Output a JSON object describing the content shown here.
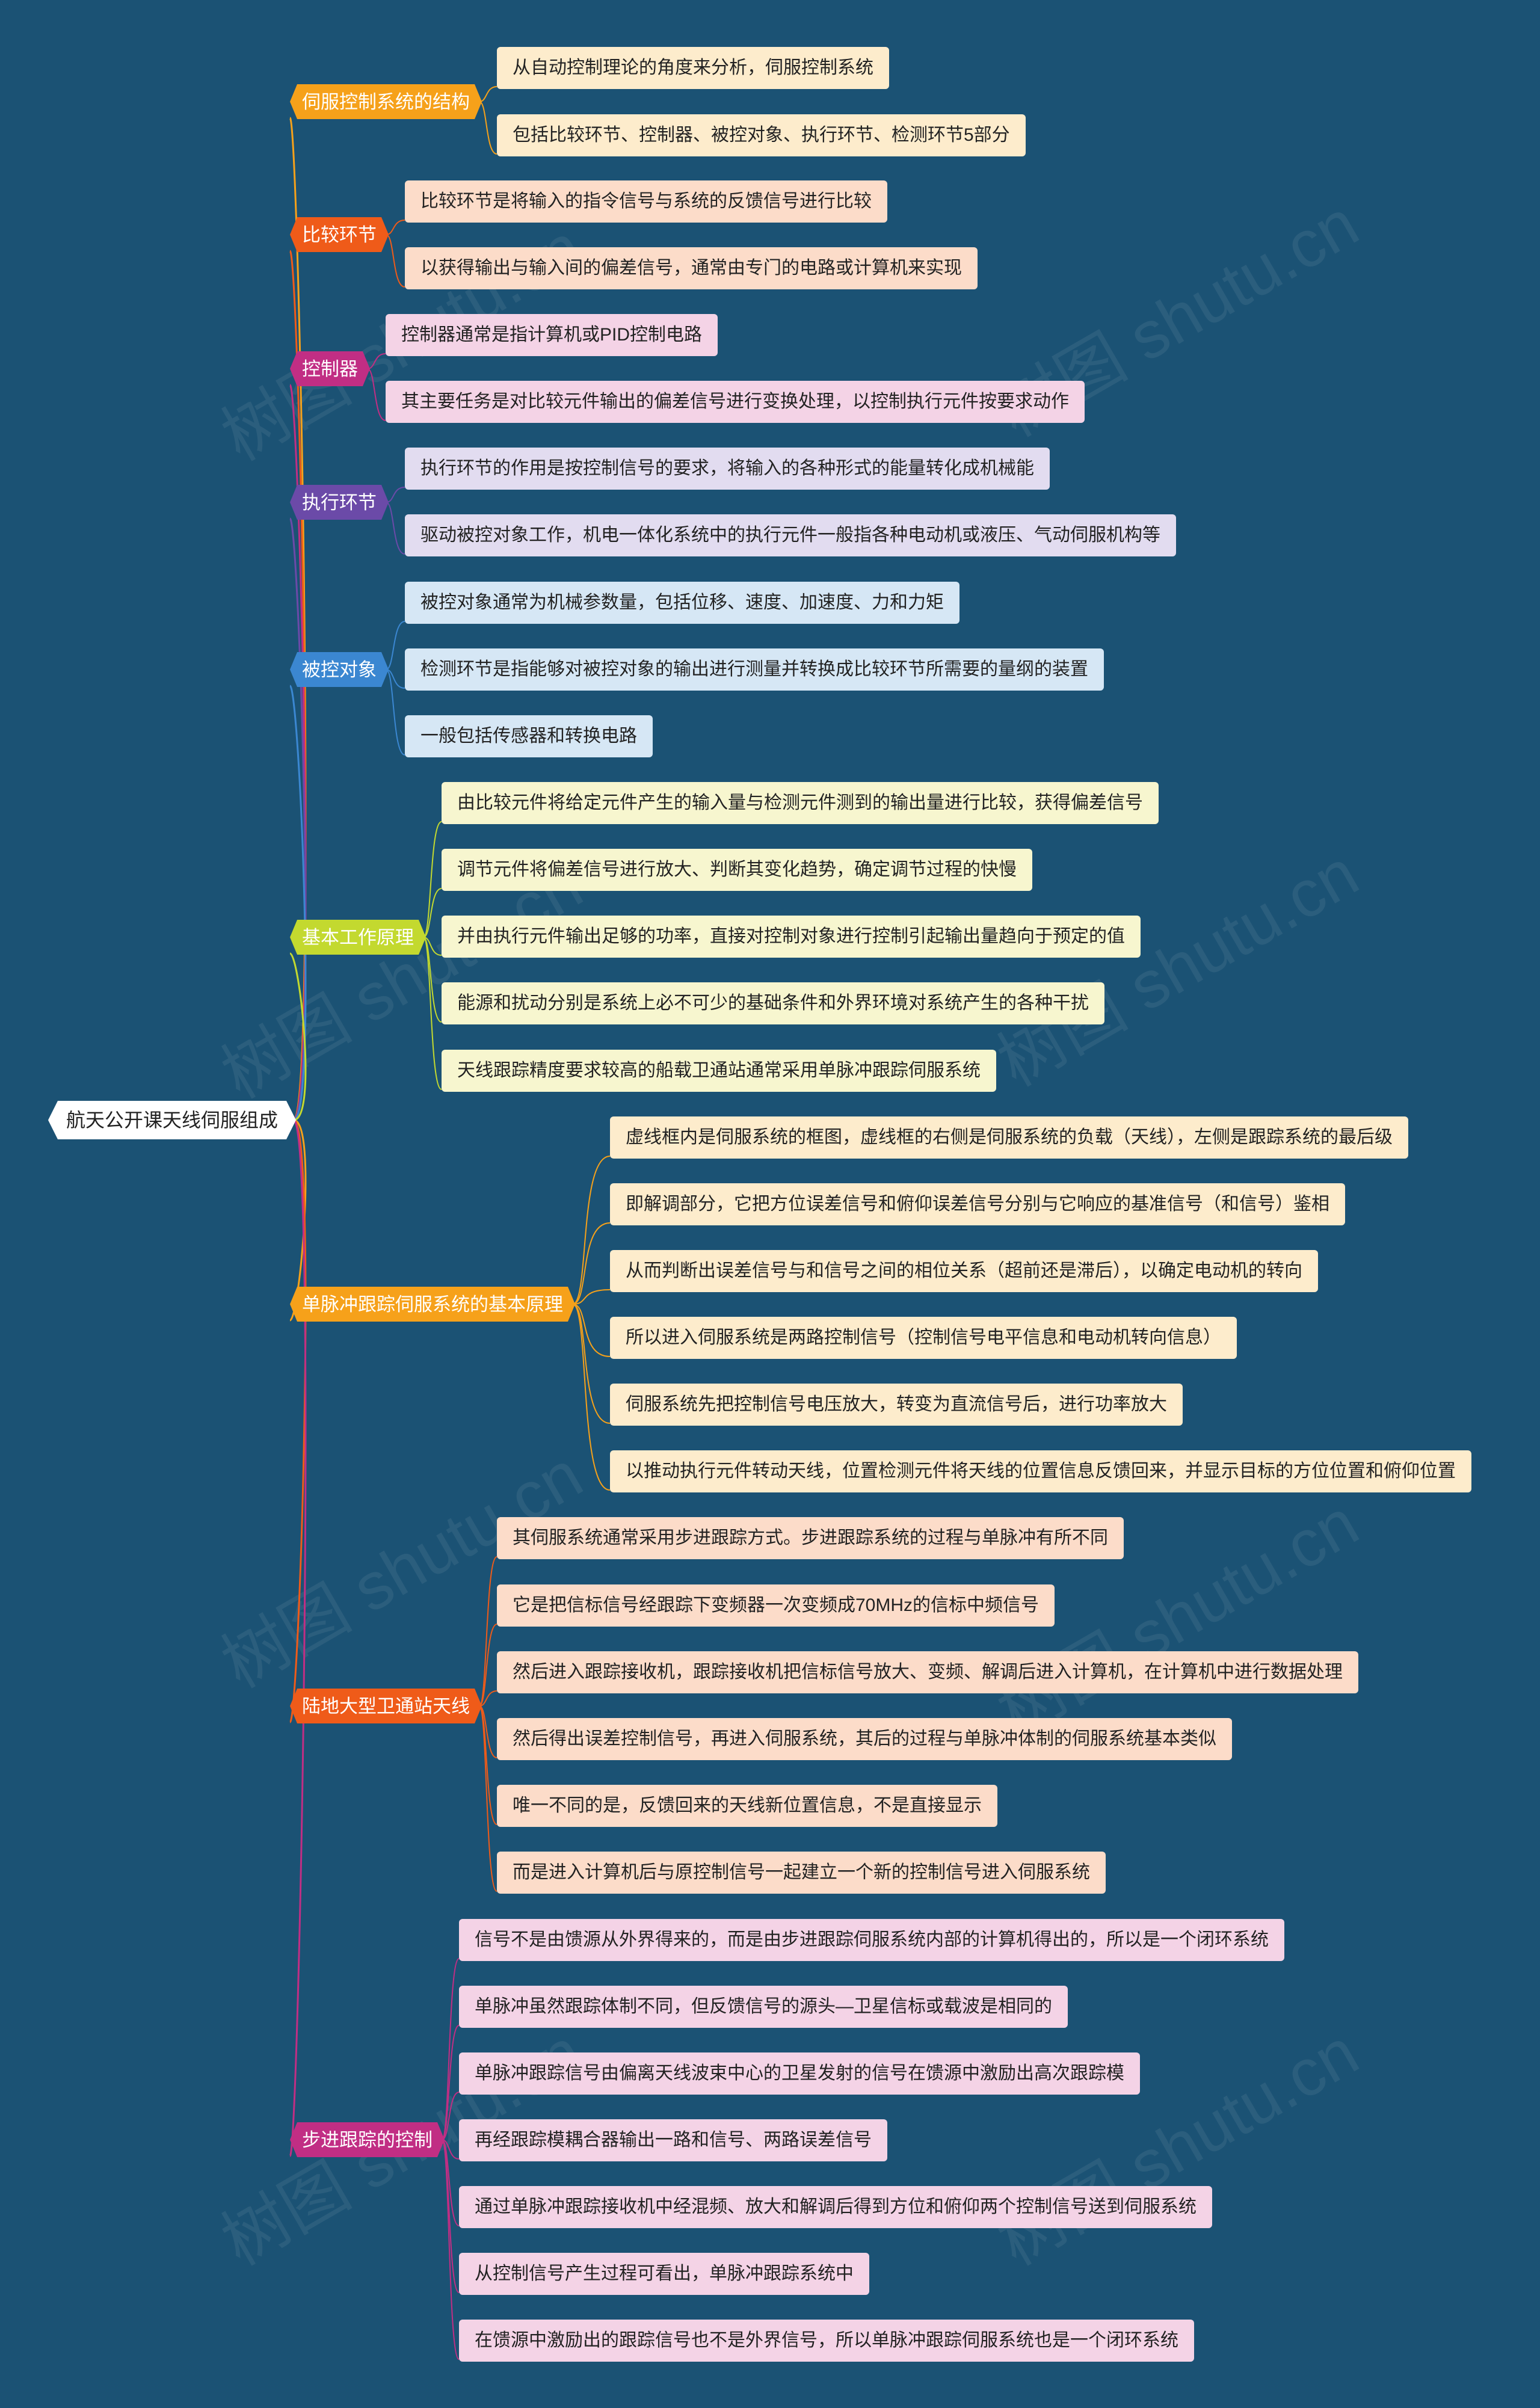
{
  "root": {
    "label": "航天公开课天线伺服组成",
    "color": "#ffffff"
  },
  "watermark_text": "树图 shutu.cn",
  "branches": [
    {
      "label": "伺服控制系统的结构",
      "color": "#f6a11a",
      "leaf_bg": "#fdeccc",
      "items": [
        "从自动控制理论的角度来分析，伺服控制系统",
        "包括比较环节、控制器、被控对象、执行环节、检测环节5部分"
      ]
    },
    {
      "label": "比较环节",
      "color": "#ef5b19",
      "leaf_bg": "#fcdcc9",
      "items": [
        "比较环节是将输入的指令信号与系统的反馈信号进行比较",
        "以获得输出与输入间的偏差信号，通常由专门的电路或计算机来实现"
      ]
    },
    {
      "label": "控制器",
      "color": "#c12e84",
      "leaf_bg": "#f4d3e6",
      "items": [
        "控制器通常是指计算机或PID控制电路",
        "其主要任务是对比较元件输出的偏差信号进行变换处理，以控制执行元件按要求动作"
      ]
    },
    {
      "label": "执行环节",
      "color": "#6b4aa8",
      "leaf_bg": "#e2dcf0",
      "items": [
        "执行环节的作用是按控制信号的要求，将输入的各种形式的能量转化成机械能",
        "驱动被控对象工作，机电一体化系统中的执行元件一般指各种电动机或液压、气动伺服机构等"
      ]
    },
    {
      "label": "被控对象",
      "color": "#3b87d1",
      "leaf_bg": "#d6e7f5",
      "items": [
        "被控对象通常为机械参数量，包括位移、速度、加速度、力和力矩",
        "检测环节是指能够对被控对象的输出进行测量并转换成比较环节所需要的量纲的装置",
        "一般包括传感器和转换电路"
      ]
    },
    {
      "label": "基本工作原理",
      "color": "#c3d92f",
      "leaf_bg": "#f7f6cf",
      "items": [
        "由比较元件将给定元件产生的输入量与检测元件测到的输出量进行比较，获得偏差信号",
        "调节元件将偏差信号进行放大、判断其变化趋势，确定调节过程的快慢",
        "并由执行元件输出足够的功率，直接对控制对象进行控制引起输出量趋向于预定的值",
        "能源和扰动分别是系统上必不可少的基础条件和外界环境对系统产生的各种干扰",
        "天线跟踪精度要求较高的船载卫通站通常采用单脉冲跟踪伺服系统"
      ]
    },
    {
      "label": "单脉冲跟踪伺服系统的基本原理",
      "color": "#f6a11a",
      "leaf_bg": "#fdeccc",
      "items": [
        "虚线框内是伺服系统的框图，虚线框的右侧是伺服系统的负载（天线），左侧是跟踪系统的最后级",
        "即解调部分，它把方位误差信号和俯仰误差信号分别与它响应的基准信号（和信号）鉴相",
        "从而判断出误差信号与和信号之间的相位关系（超前还是滞后），以确定电动机的转向",
        "所以进入伺服系统是两路控制信号（控制信号电平信息和电动机转向信息）",
        "伺服系统先把控制信号电压放大，转变为直流信号后，进行功率放大",
        "以推动执行元件转动天线，位置检测元件将天线的位置信息反馈回来，并显示目标的方位位置和俯仰位置"
      ]
    },
    {
      "label": "陆地大型卫通站天线",
      "color": "#ef5b19",
      "leaf_bg": "#fcdcc9",
      "items": [
        "其伺服系统通常采用步进跟踪方式。步进跟踪系统的过程与单脉冲有所不同",
        "它是把信标信号经跟踪下变频器一次变频成70MHz的信标中频信号",
        "然后进入跟踪接收机，跟踪接收机把信标信号放大、变频、解调后进入计算机，在计算机中进行数据处理",
        "然后得出误差控制信号，再进入伺服系统，其后的过程与单脉冲体制的伺服系统基本类似",
        "唯一不同的是，反馈回来的天线新位置信息，不是直接显示",
        "而是进入计算机后与原控制信号一起建立一个新的控制信号进入伺服系统"
      ]
    },
    {
      "label": "步进跟踪的控制",
      "color": "#c12e84",
      "leaf_bg": "#f4d3e6",
      "items": [
        "信号不是由馈源从外界得来的，而是由步进跟踪伺服系统内部的计算机得出的，所以是一个闭环系统",
        "单脉冲虽然跟踪体制不同，但反馈信号的源头—卫星信标或载波是相同的",
        "单脉冲跟踪信号由偏离天线波束中心的卫星发射的信号在馈源中激励出高次跟踪模",
        "再经跟踪模耦合器输出一路和信号、两路误差信号",
        "通过单脉冲跟踪接收机中经混频、放大和解调后得到方位和俯仰两个控制信号送到伺服系统",
        "从控制信号产生过程可看出，单脉冲跟踪系统中",
        "在馈源中激励出的跟踪信号也不是外界信号，所以单脉冲跟踪伺服系统也是一个闭环系统"
      ]
    }
  ]
}
